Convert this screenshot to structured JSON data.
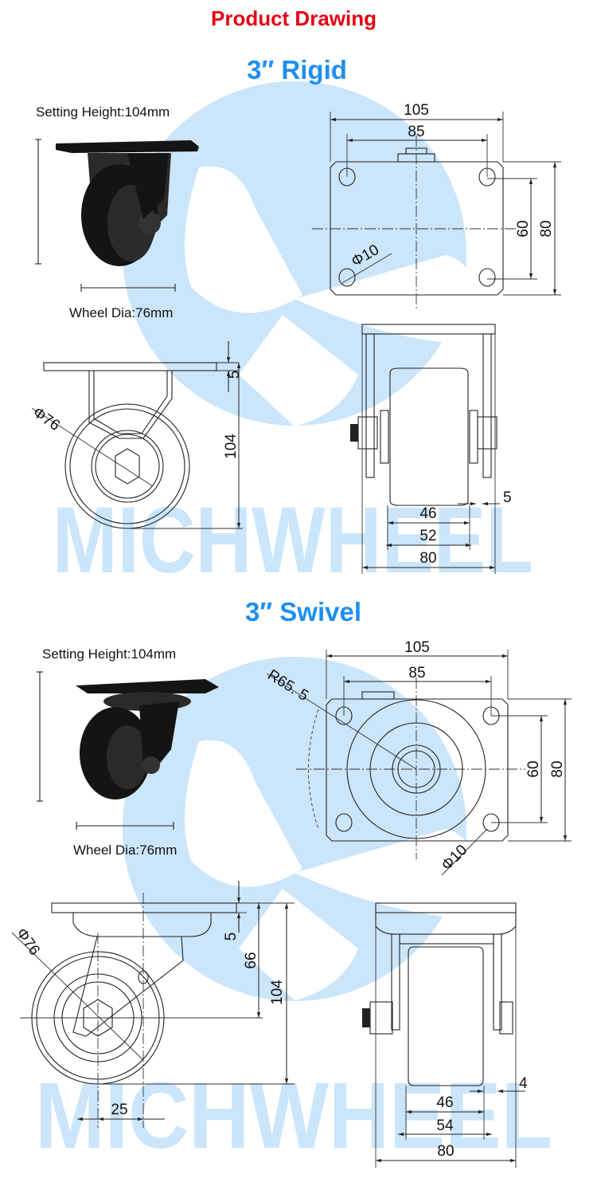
{
  "header": {
    "title": "Product Drawing",
    "title_color": "#e60012"
  },
  "watermark": {
    "text": "MICHWHEEL",
    "color": "#cbe5fb"
  },
  "rigid": {
    "heading": "3″ Rigid",
    "setting_height": "Setting Height:104mm",
    "wheel_dia": "Wheel Dia:76mm",
    "top_view": {
      "width": "105",
      "hole_span_x": "85",
      "hole_span_y": "60",
      "depth": "80",
      "hole_dia": "Φ10"
    },
    "side_view": {
      "wheel_dia": "Φ76",
      "plate": "5",
      "height": "104"
    },
    "front_view": {
      "tread": "46",
      "hub": "52",
      "overall": "80",
      "offset": "5"
    }
  },
  "swivel": {
    "heading": "3″ Swivel",
    "setting_height": "Setting Height:104mm",
    "wheel_dia": "Wheel Dia:76mm",
    "top_view": {
      "width": "105",
      "hole_span_x": "85",
      "hole_span_y": "60",
      "depth": "80",
      "hole_dia": "Φ10",
      "swivel_radius": "R65. 5"
    },
    "side_view": {
      "wheel_dia": "Φ76",
      "plate": "5",
      "axle": "66",
      "height": "104",
      "offset": "25"
    },
    "front_view": {
      "tread": "46",
      "hub": "54",
      "overall": "80",
      "offset": "4"
    }
  },
  "heading_color": "#1e8ff0"
}
